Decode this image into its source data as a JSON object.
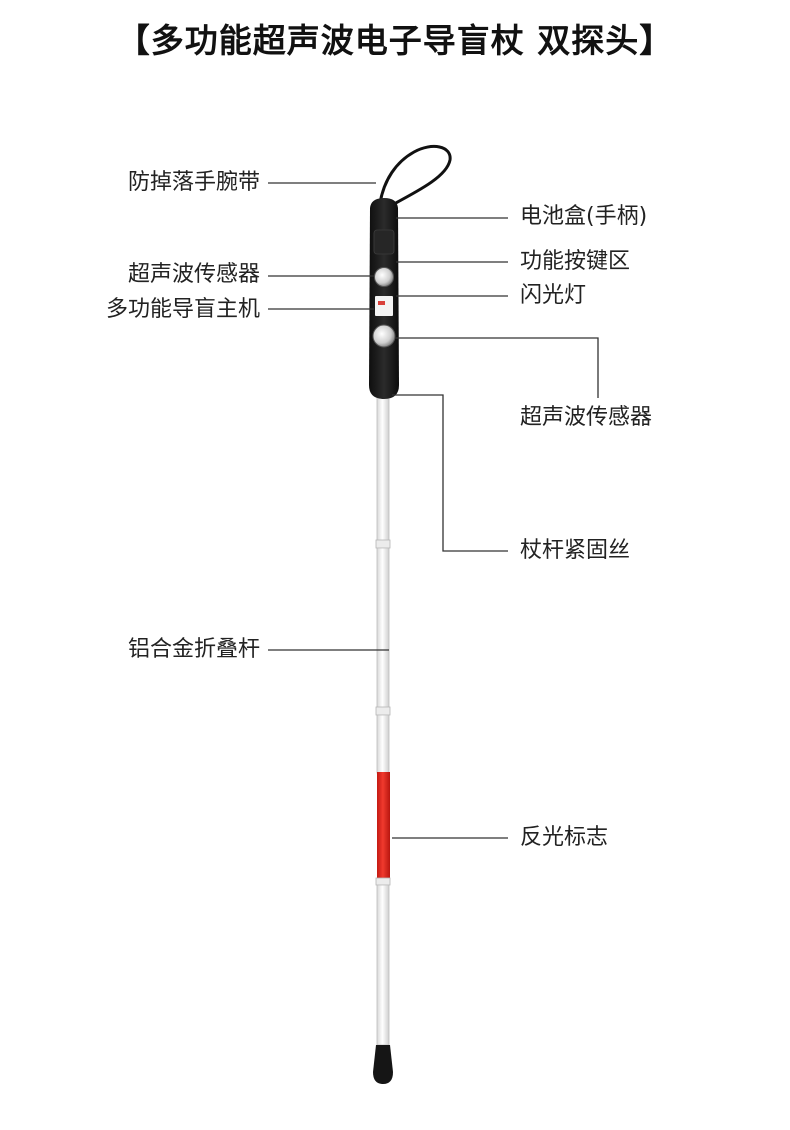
{
  "title": "【多功能超声波电子导盲杖  双探头】",
  "labels": {
    "wrist_strap": "防掉落手腕带",
    "battery_box": "电池盒(手柄)",
    "function_keys": "功能按键区",
    "ultrasonic_sensor_upper": "超声波传感器",
    "flashlight": "闪光灯",
    "host_unit": "多功能导盲主机",
    "ultrasonic_sensor_lower": "超声波传感器",
    "tension_wire": "杖杆紧固丝",
    "folding_rod": "铝合金折叠杆",
    "reflective_mark": "反光标志"
  },
  "colors": {
    "handle": "#1b1b1b",
    "rod": "#f4f4f4",
    "reflector": "#e4261f",
    "leader_line": "#333333"
  }
}
